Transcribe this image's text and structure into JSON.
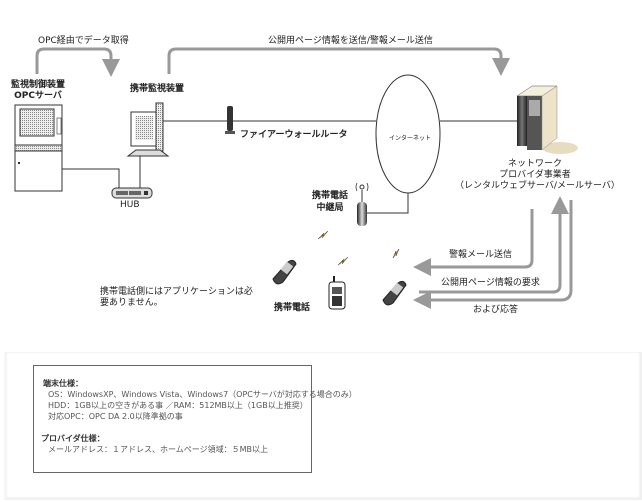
{
  "arrows": {
    "opc_fetch": "OPC経由でデータ取得",
    "publish": "公開用ページ情報を送信/警報メール送信",
    "alert_mail": "警報メール送信",
    "page_request": "公開用ページ情報の要求",
    "and_response": "および応答"
  },
  "nodes": {
    "opc_server_line1": "監視制御装置",
    "opc_server_line2": "OPCサーバ",
    "monitor_device": "携帯監視装置",
    "hub": "HUB",
    "firewall": "ファイアーウォールルータ",
    "internet": "インターネット",
    "relay_line1": "携帯電話",
    "relay_line2": "中継局",
    "provider_line1": "ネットワーク",
    "provider_line2": "プロバイダ事業者",
    "provider_line3": "（レンタルウェブサーバ/メールサーバ）",
    "phones": "携帯電話"
  },
  "note": {
    "line1": "携帯電話側にはアプリケーションは必",
    "line2": "要ありません。"
  },
  "specs": {
    "terminal_title": "端末仕様：",
    "terminal_lines": [
      "OS：WindowsXP、Windows Vista、Windows7（OPCサーバが対応する場合のみ）",
      "HDD：1GB以上の空きがある事 ／RAM：512MB以上（1GB以上推奨）",
      "対応OPC：OPC DA 2.0以降準拠の事"
    ],
    "provider_title": "プロバイダ仕様：",
    "provider_lines": [
      "メールアドレス：１アドレス、ホームページ領域：５MB以上"
    ]
  },
  "colors": {
    "arrow_gray": "#999999",
    "line_dark": "#333333",
    "lightning": "#f2d000"
  }
}
